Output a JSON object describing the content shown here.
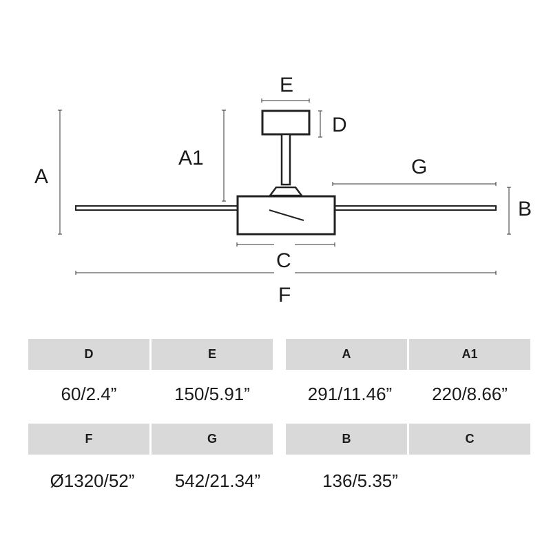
{
  "diagram": {
    "labels": {
      "A": "A",
      "A1": "A1",
      "B": "B",
      "C": "C",
      "D": "D",
      "E": "E",
      "F": "F",
      "G": "G"
    }
  },
  "table": {
    "row1": [
      {
        "head": "D",
        "value": "60/2.4”"
      },
      {
        "head": "E",
        "value": "150/5.91”"
      },
      {
        "head": "A",
        "value": "291/11.46”"
      },
      {
        "head": "A1",
        "value": "220/8.66”"
      }
    ],
    "row2": [
      {
        "head": "F",
        "value": "Ø1320/52”"
      },
      {
        "head": "G",
        "value": "542/21.34”"
      },
      {
        "head": "B",
        "value": "136/5.35”"
      },
      {
        "head": "C",
        "value": ""
      }
    ]
  }
}
